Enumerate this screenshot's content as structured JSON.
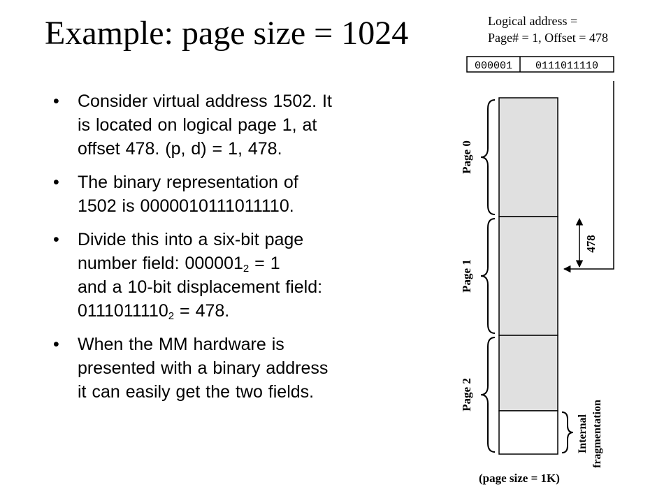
{
  "slide": {
    "title": "Example: page size = 1024",
    "bullets": [
      {
        "lines": [
          "Consider virtual address 1502.  It",
          "is located on logical page 1, at",
          "offset 478. (p, d) = 1, 478."
        ]
      },
      {
        "lines": [
          "The binary representation of",
          "1502 is 0000010111011110."
        ]
      },
      {
        "line1": "Divide this into a six-bit page",
        "line2_pre": "number field: 000001",
        "line2_sub": "2",
        "line2_post": " = 1",
        "line3": "and a 10-bit displacement field:",
        "line4_pre": "0111011110",
        "line4_sub": "2",
        "line4_post": " = 478."
      },
      {
        "lines": [
          "When the MM hardware is",
          "presented with a binary address",
          "it can easily get the two fields."
        ]
      }
    ]
  },
  "diagram": {
    "logical_address_line1": "Logical address =",
    "logical_address_line2": "Page# = 1, Offset = 478",
    "page_bits": "000001",
    "offset_bits": "0111011110",
    "page_labels": [
      "Page 0",
      "Page 1",
      "Page 2"
    ],
    "offset_label": "478",
    "fragmentation_line1": "Internal",
    "fragmentation_line2": "fragmentation",
    "page_size_note": "(page size = 1K)",
    "colors": {
      "page_fill": "#e0e0e0",
      "empty_fill": "#ffffff",
      "stroke": "#000000"
    }
  }
}
